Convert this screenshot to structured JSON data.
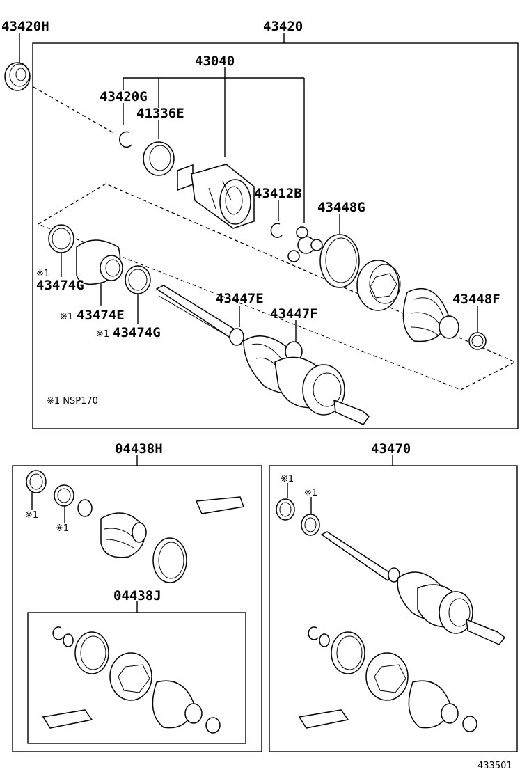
{
  "diagram": {
    "labels": {
      "p43420H": "43420H",
      "p43420": "43420",
      "p43040": "43040",
      "p43420G": "43420G",
      "p41336E": "41336E",
      "p43412B": "43412B",
      "p43448G": "43448G",
      "p43448F": "43448F",
      "p43474G_a": "43474G",
      "p43474E": "43474E",
      "p43474G_b": "43474G",
      "p43447E": "43447E",
      "p43447F": "43447F",
      "p04438H": "04438H",
      "p04438J": "04438J",
      "p43470": "43470",
      "figure_no": "433501"
    },
    "marks": {
      "m1": "※1",
      "note": "※1 NSP170"
    }
  }
}
